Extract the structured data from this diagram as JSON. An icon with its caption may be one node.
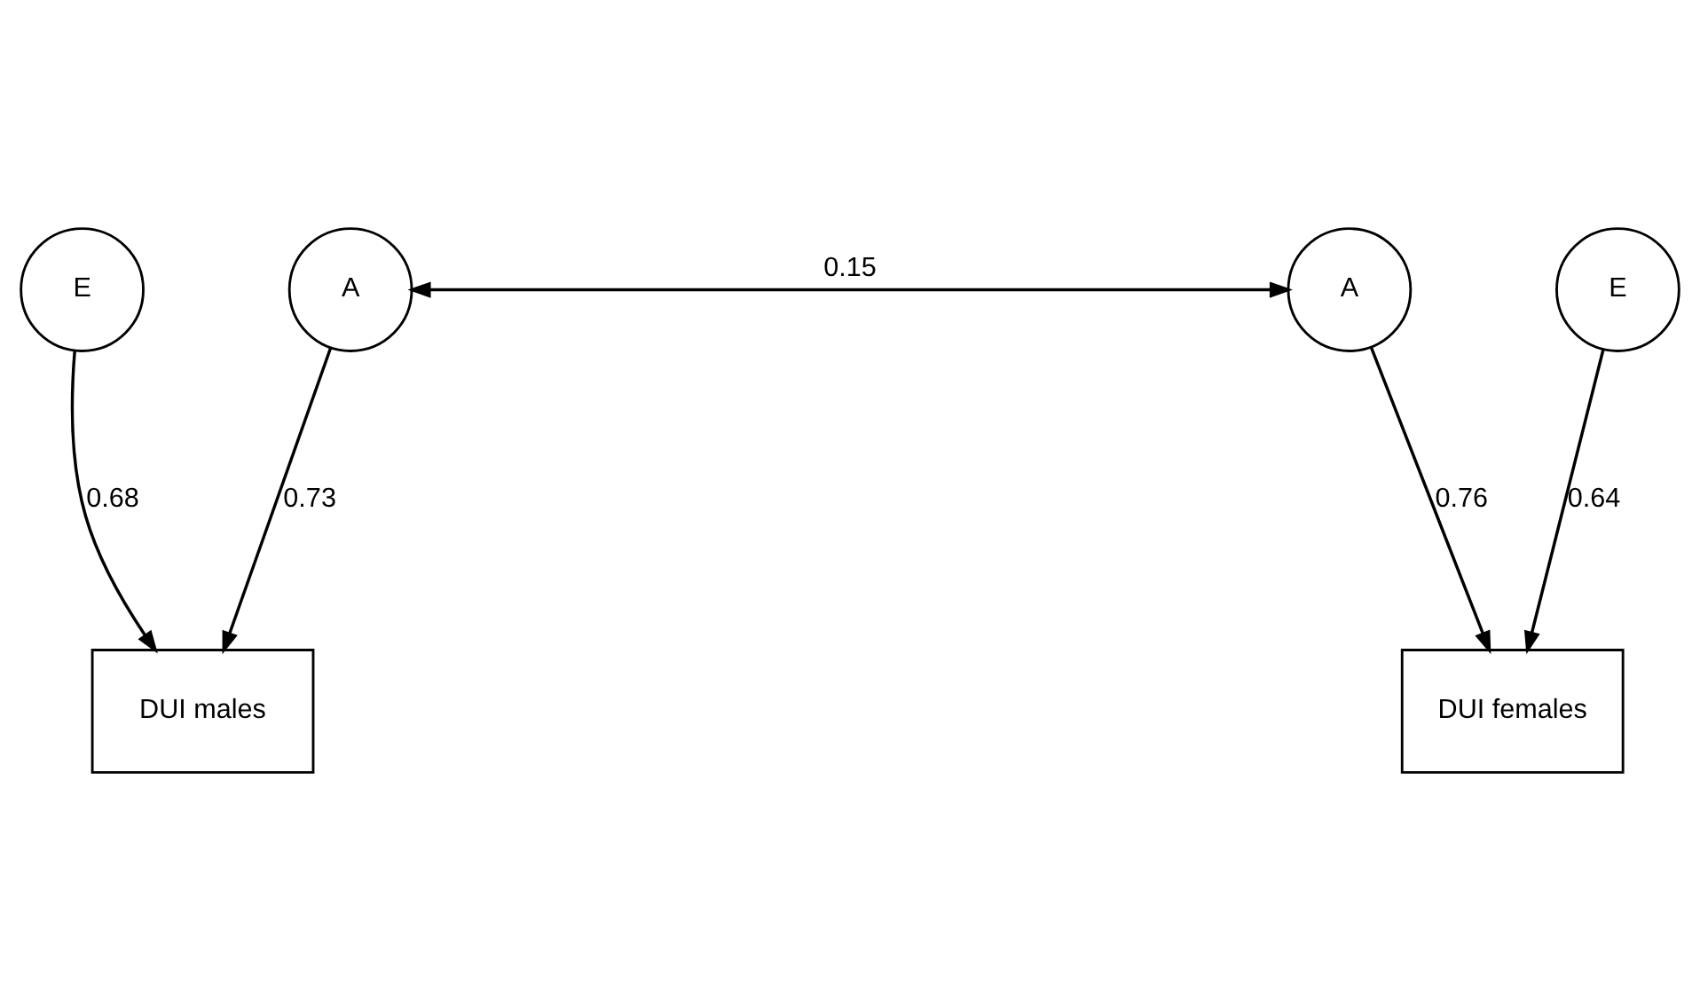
{
  "diagram": {
    "nodes": [
      {
        "text": [
          "E"
        ]
      },
      {
        "text": [
          "A"
        ]
      },
      {
        "text": [
          "A"
        ]
      },
      {
        "text": [
          "E"
        ]
      },
      {
        "text": [
          "DUI males"
        ]
      },
      {
        "text": [
          "DUI females"
        ]
      }
    ],
    "edges": [
      {
        "from": 0,
        "to": 4,
        "arrow": "to",
        "label": "0.68"
      },
      {
        "from": 1,
        "to": 4,
        "arrow": "to",
        "label": "0.73"
      },
      {
        "from": 1,
        "to": 2,
        "arrow": "both",
        "label": "0.15"
      },
      {
        "from": 2,
        "to": 5,
        "arrow": "to",
        "label": "0.76"
      },
      {
        "from": 3,
        "to": 5,
        "arrow": "to",
        "label": "0.64"
      }
    ]
  }
}
